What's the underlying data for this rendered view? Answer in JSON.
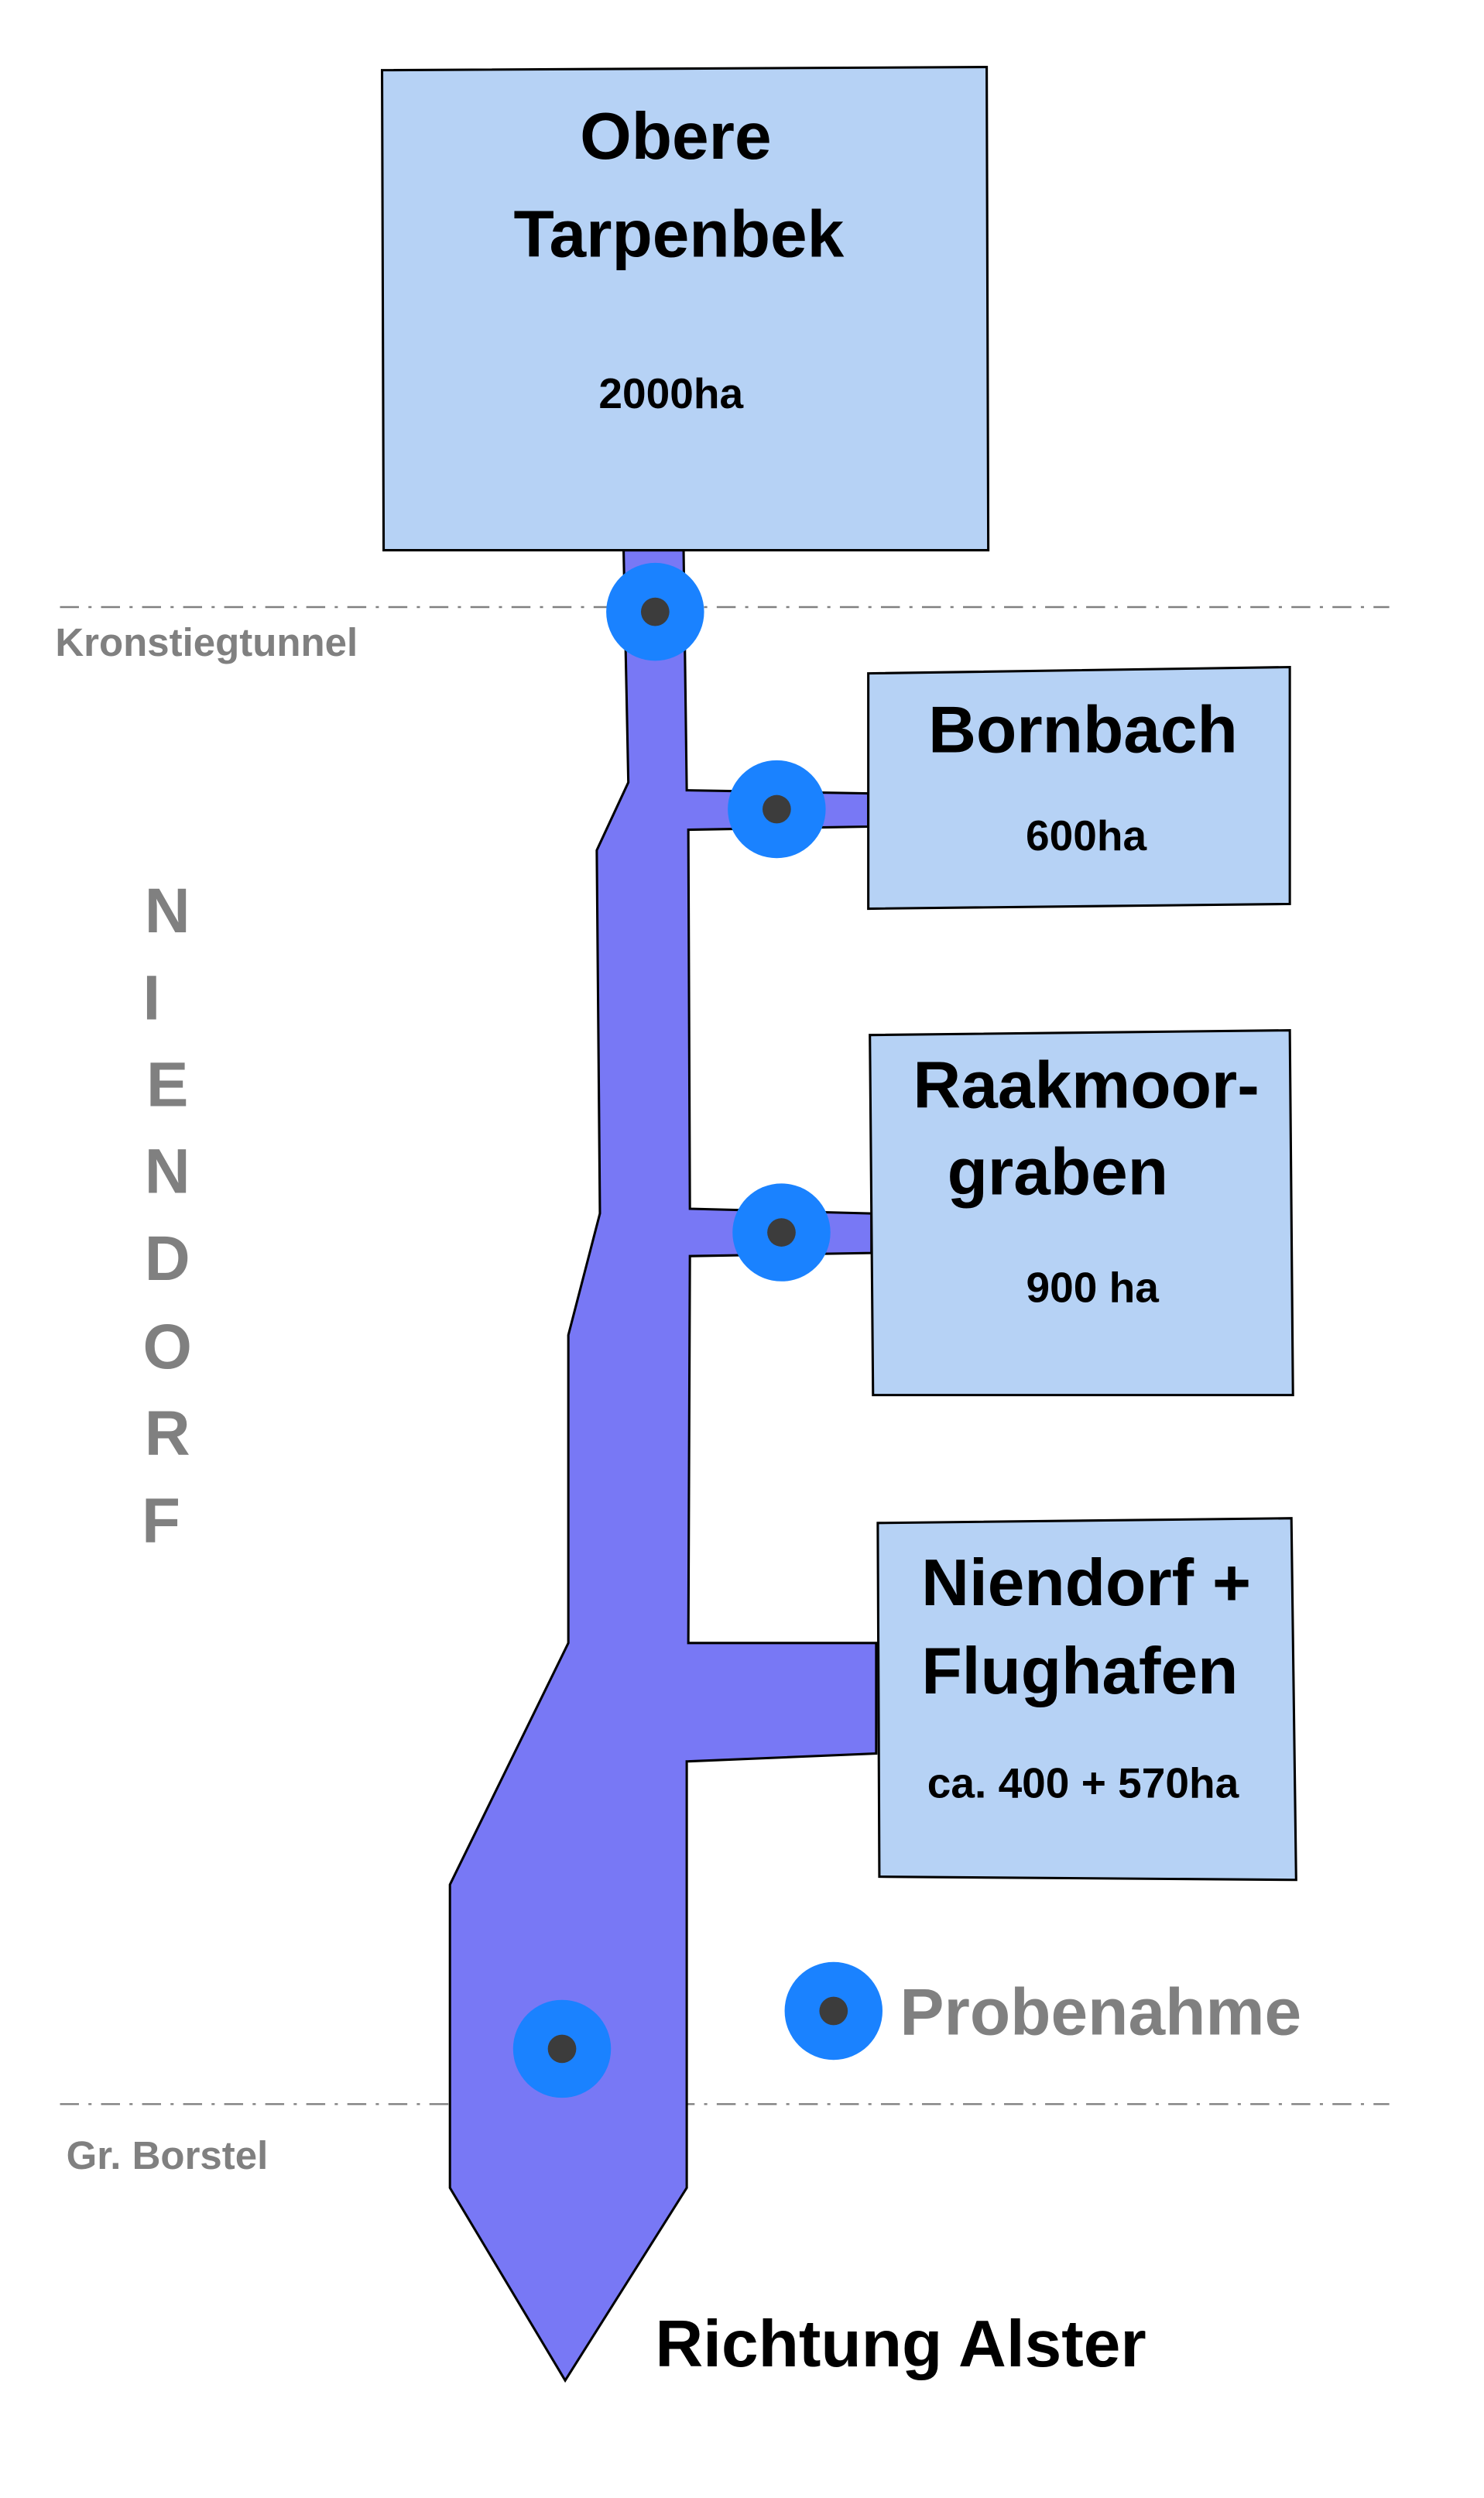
{
  "catchments": [
    {
      "name_lines": [
        "Obere",
        "Tarpenbek"
      ],
      "area": "2000ha"
    },
    {
      "name_lines": [
        "Bornbach"
      ],
      "area": "600ha"
    },
    {
      "name_lines": [
        "Raakmoor-",
        "graben"
      ],
      "area": "900 ha"
    },
    {
      "name_lines": [
        "Niendorf +",
        "Flughafen"
      ],
      "area": "ca. 400 + 570ha"
    }
  ],
  "boundaries": {
    "top": "Kronstiegtunnel",
    "bottom": "Gr. Borstel"
  },
  "district_letters": [
    "N",
    "I",
    "E",
    "N",
    "D",
    "O",
    "R",
    "F"
  ],
  "legend": {
    "label": "Probenahme"
  },
  "direction_label": "Richtung Alster",
  "colors": {
    "river": "#7878f5",
    "box": "#b6d2f5",
    "sample": "#1a82ff",
    "sample_center": "#3c3c3c",
    "gray_text": "#808080"
  }
}
